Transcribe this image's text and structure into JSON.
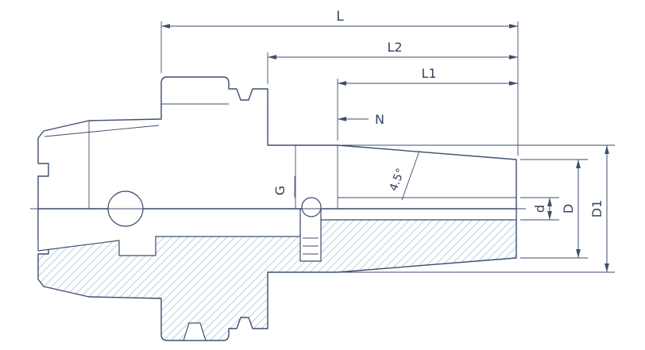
{
  "labels": {
    "L": "L",
    "L2": "L2",
    "L1": "L1",
    "N": "N",
    "G": "G",
    "angle_deg": "4.5°",
    "d": "d",
    "D": "D",
    "D1": "D1"
  },
  "colors": {
    "line": "#3d4e6e",
    "text": "#33425e",
    "hatch": "#a5bdd6",
    "background": "#ffffff"
  }
}
